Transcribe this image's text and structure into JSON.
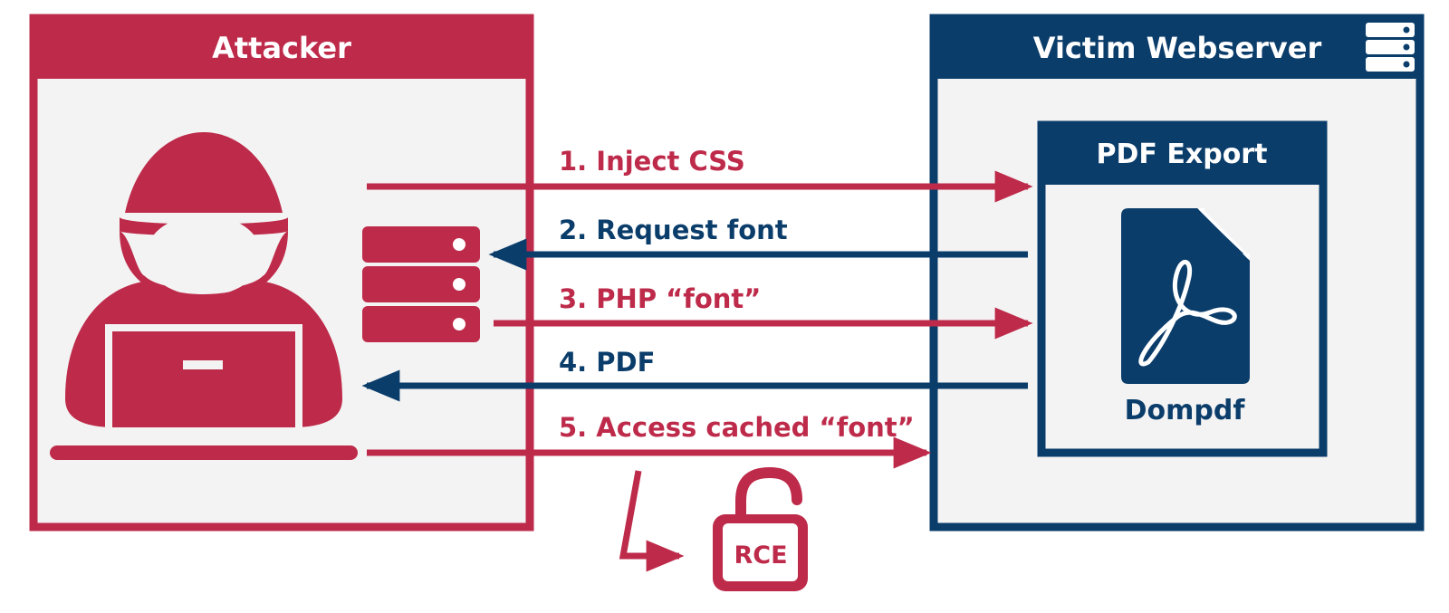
{
  "colors": {
    "red": "#be2a4a",
    "blue": "#0b3d6b",
    "panel": "#f3f3f3",
    "white": "#ffffff"
  },
  "attacker": {
    "title": "Attacker"
  },
  "victim": {
    "title": "Victim Webserver"
  },
  "export": {
    "title": "PDF Export",
    "engine": "Dompdf"
  },
  "steps": [
    {
      "label": "1. Inject CSS",
      "direction": "right",
      "color": "red"
    },
    {
      "label": "2. Request font",
      "direction": "left",
      "color": "blue"
    },
    {
      "label": "3. PHP “font”",
      "direction": "right",
      "color": "red"
    },
    {
      "label": "4. PDF",
      "direction": "left",
      "color": "blue"
    },
    {
      "label": "5. Access cached “font”",
      "direction": "right",
      "color": "red"
    }
  ],
  "result": {
    "label": "RCE"
  },
  "icons": [
    "hacker-icon",
    "laptop-icon",
    "attacker-server-icon",
    "server-rack-icon",
    "pdf-file-icon",
    "unlocked-padlock-icon"
  ]
}
